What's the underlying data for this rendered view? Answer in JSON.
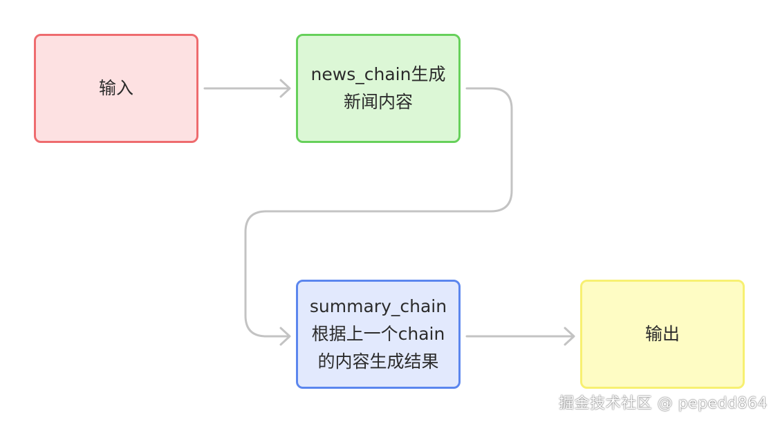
{
  "colors": {
    "connector": "#c3c3c3",
    "input_fill": "#fde1e2",
    "input_border": "#ee6b6e",
    "news_fill": "#dcf7d6",
    "news_border": "#66d05a",
    "summary_fill": "#e2e9fd",
    "summary_border": "#5b86ee",
    "output_fill": "#fefcc4",
    "output_border": "#f7f071"
  },
  "nodes": {
    "input": {
      "lines": [
        "输入"
      ]
    },
    "news_chain": {
      "lines": [
        "news_chain生成",
        "新闻内容"
      ]
    },
    "summary_chain": {
      "lines": [
        "summary_chain",
        "根据上一个chain",
        "的内容生成结果"
      ]
    },
    "output": {
      "lines": [
        "输出"
      ]
    }
  },
  "edges": [
    {
      "from": "input",
      "to": "news_chain"
    },
    {
      "from": "news_chain",
      "to": "summary_chain"
    },
    {
      "from": "summary_chain",
      "to": "output"
    }
  ],
  "watermark": "掘金技术社区 @ pepedd864"
}
